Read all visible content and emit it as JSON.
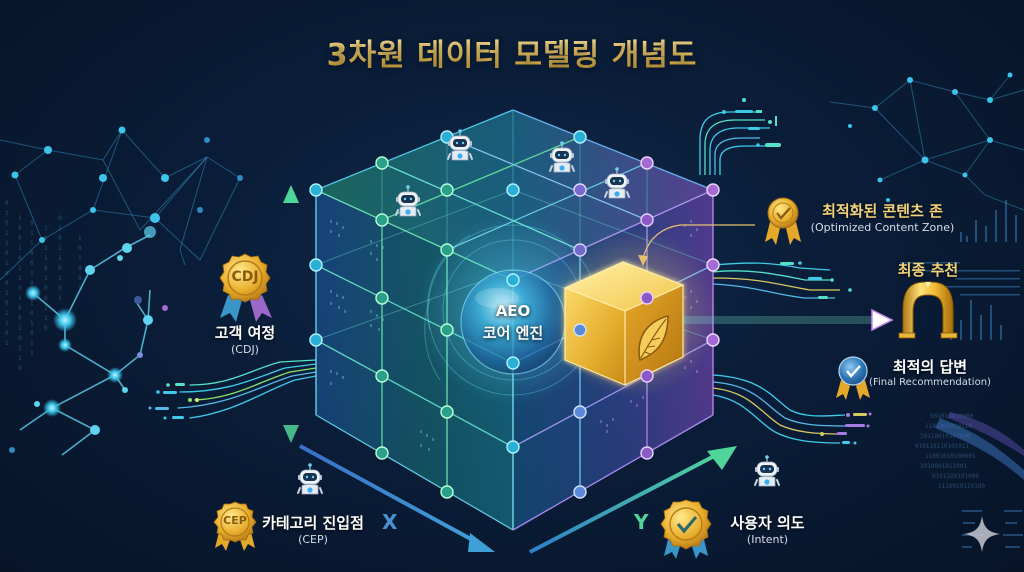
{
  "title": "3차원 데이터 모델링 개념도",
  "core": {
    "line1": "AEO",
    "line2": "코어 엔진"
  },
  "axes": {
    "z": {
      "label_ko": "고객 여정",
      "label_en": "(CDJ)",
      "badge_text": "CDJ"
    },
    "x": {
      "letter": "X",
      "label_ko": "카테고리 진입점",
      "label_en": "(CEP)",
      "badge_text": "CEP"
    },
    "y": {
      "letter": "Y",
      "label_ko": "사용자 의도",
      "label_en": "(Intent)"
    }
  },
  "optimized_zone": {
    "label_ko": "최적화된 콘텐츠 존",
    "label_en": "(Optimized Content Zone)"
  },
  "final": {
    "heading": "최종 추천",
    "label_ko": "최적의 답변",
    "label_en": "(Final Recommendation)"
  },
  "icons": [
    "robot-icon",
    "medal-icon",
    "leaf-icon",
    "arch-icon",
    "sparkle-icon",
    "check-badge-icon"
  ],
  "colors": {
    "background": "#0a1d38",
    "gold": "#f1cf72",
    "green": "#4fd49a",
    "cyan": "#3ec6e6",
    "purple": "#b271e6",
    "blue_axis": "#3f86d6"
  }
}
